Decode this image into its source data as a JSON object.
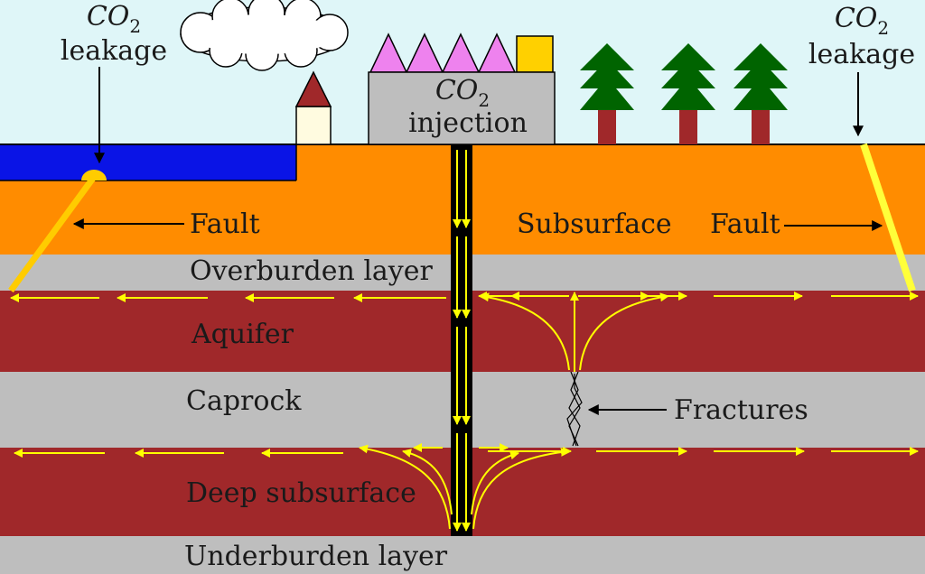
{
  "labels": {
    "leak_left": {
      "co": "CO",
      "sub": "2",
      "word": "leakage"
    },
    "leak_right": {
      "co": "CO",
      "sub": "2",
      "word": "leakage"
    },
    "injection": {
      "co": "CO",
      "sub": "2",
      "word": "injection"
    },
    "fault_left": "Fault",
    "fault_right": "Fault",
    "subsurface": "Subsurface",
    "overburden": "Overburden layer",
    "aquifer": "Aquifer",
    "caprock": "Caprock",
    "fractures": "Fractures",
    "deep_subsurface": "Deep subsurface",
    "underburden": "Underburden layer"
  },
  "colors": {
    "sky": "#dff6f8",
    "water": "#0a14e6",
    "subsurface": "#ff8c00",
    "grey_layer": "#bebebe",
    "red_layer": "#a0282a",
    "flow": "#ffff00",
    "fault": "#ffcc00",
    "fault_right": "#ffff3a",
    "well": "#000000",
    "tree": "#006400",
    "trunk": "#a0282a",
    "roof_spikes": "#ee82ee",
    "roof_box": "#ffd000",
    "building": "#bebebe",
    "house_roof": "#a0282a",
    "house_wall": "#fffbe0"
  },
  "icons": [
    "cloud-icon",
    "house-icon",
    "tree-icon",
    "injection-facility-icon"
  ]
}
